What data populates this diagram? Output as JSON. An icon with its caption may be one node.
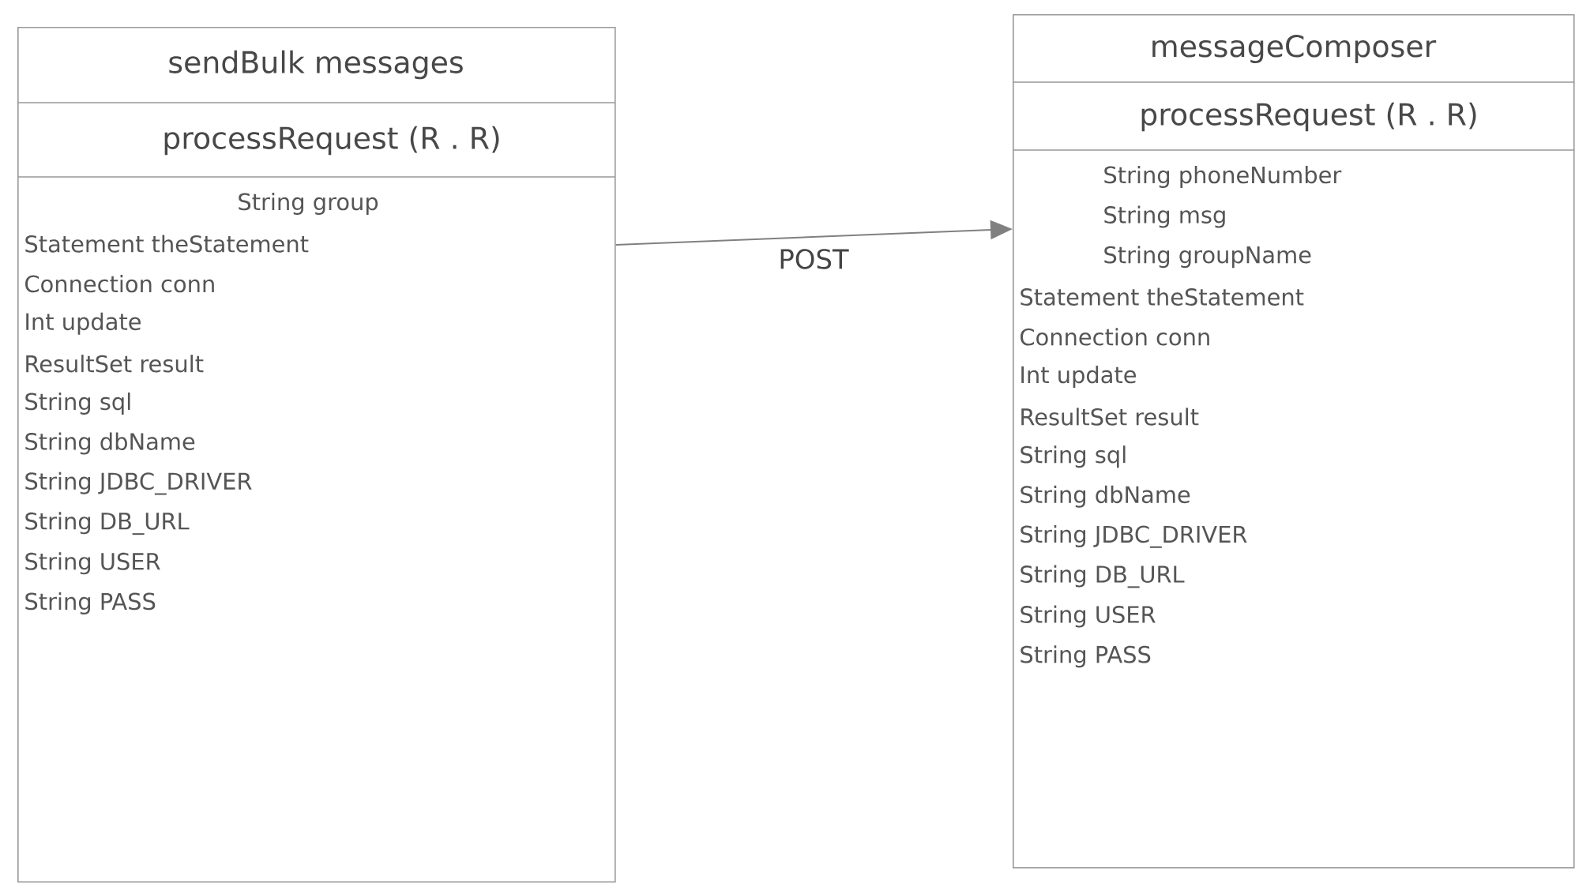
{
  "diagram": {
    "nodes": [
      {
        "text": [
          "sendBulk messages",
          "processRequest (R . R)",
          "String group",
          "Statement theStatement",
          "Connection conn",
          "Int update",
          "ResultSet result",
          "String sql",
          "String dbName",
          "String JDBC_DRIVER",
          "String DB_URL",
          "String USER",
          "String PASS"
        ]
      },
      {
        "text": [
          "messageComposer",
          "processRequest (R . R)",
          "String phoneNumber",
          "String msg",
          "String groupName",
          "Statement theStatement",
          "Connection conn",
          "Int update",
          "ResultSet result",
          "String sql",
          "String dbName",
          "String JDBC_DRIVER",
          "String DB_URL",
          "String USER",
          "String PASS"
        ]
      }
    ],
    "edges": [
      {
        "from": 0,
        "to": 1,
        "arrow": "to",
        "label": "POST"
      }
    ]
  }
}
